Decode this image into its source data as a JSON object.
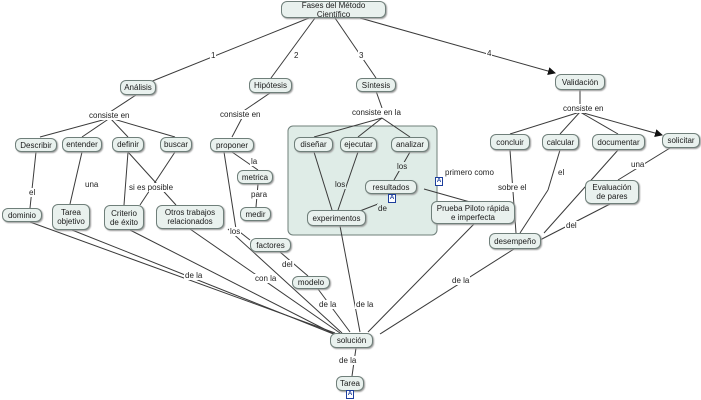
{
  "title": "Fases del Método Científico",
  "nodes": {
    "analisis": "Análisis",
    "hipotesis": "Hipótesis",
    "sintesis": "Síntesis",
    "validacion": "Validación",
    "describir": "Describir",
    "entender": "entender",
    "definir": "definir",
    "buscar": "buscar",
    "dominio": "dominio",
    "tarea_objetivo": "Tarea objetivo",
    "criterio_exito": "Criterio de éxito",
    "otros_trabajos": "Otros trabajos relacionados",
    "proponer": "proponer",
    "metrica": "metrica",
    "medir": "medir",
    "factores": "factores",
    "modelo": "modelo",
    "disenar": "diseñar",
    "ejecutar": "ejecutar",
    "analizar": "analizar",
    "resultados": "resultados",
    "experimentos": "experimentos",
    "prueba_piloto": "Prueba Piloto rápida e imperfecta",
    "concluir": "concluir",
    "calcular": "calcular",
    "documentar": "documentar",
    "solicitar": "solicitar",
    "evaluacion": "Evaluación de pares",
    "desempeno": "desempeño",
    "solucion": "solución",
    "tarea": "Tarea"
  },
  "link_labels": {
    "n1": "1",
    "n2": "2",
    "n3": "3",
    "n4": "4",
    "consiste_analisis": "consiste en",
    "consiste_hipotesis": "consiste en",
    "consiste_sintesis": "consiste en la",
    "consiste_validacion": "consiste en",
    "el": "el",
    "una": "una",
    "si_es_posible": "si es posible",
    "la": "la",
    "para": "para",
    "los_hip": "los",
    "del": "del",
    "los_sint1": "los",
    "los_sint2": "los",
    "de_res": "de",
    "primero_como": "primero como",
    "sobre_el": "sobre el",
    "una_val": "una",
    "el_val": "el",
    "del_val": "del",
    "de_la_1": "de la",
    "con_la": "con la",
    "de_la_2": "de la",
    "de_la_3": "de la",
    "de_la_4": "de la",
    "de_la_5": "de la"
  },
  "icons": [
    "resource-icon",
    "resource-icon",
    "resource-icon"
  ],
  "colors": {
    "node_fill": "#e9f1ee",
    "node_border": "#6f7f7a",
    "region_fill": "#dfece7",
    "line": "#3a3a3a",
    "resource_icon": "#1c3e9c"
  }
}
